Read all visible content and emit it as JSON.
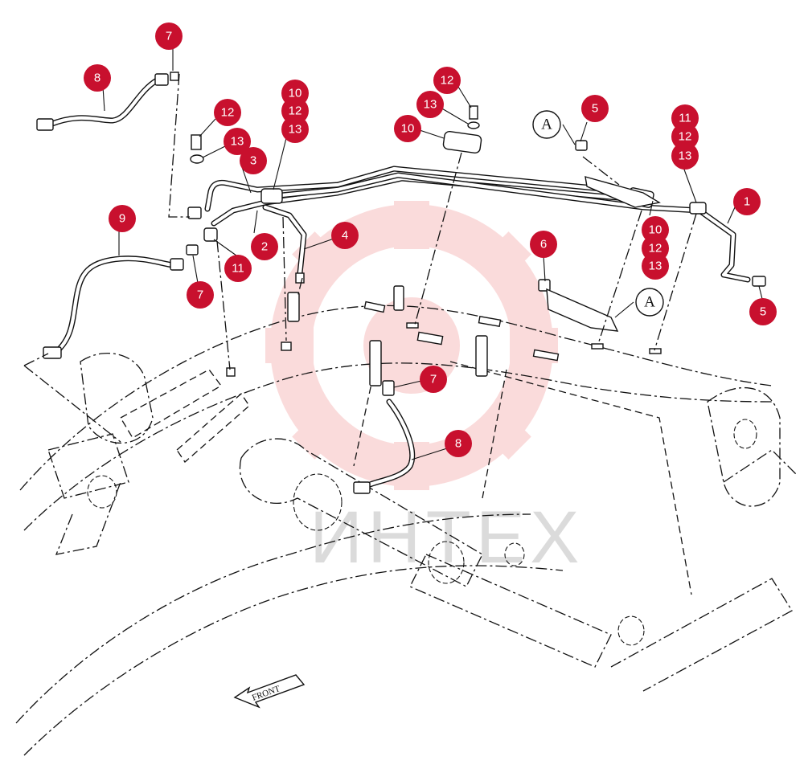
{
  "callouts": [
    {
      "label": "7"
    },
    {
      "label": "8"
    },
    {
      "label": "12"
    },
    {
      "label": "13"
    },
    {
      "label": "3"
    },
    {
      "label": "10"
    },
    {
      "label": "12"
    },
    {
      "label": "13"
    },
    {
      "label": "12"
    },
    {
      "label": "13"
    },
    {
      "label": "10"
    },
    {
      "label": "5"
    },
    {
      "label": "11"
    },
    {
      "label": "12"
    },
    {
      "label": "13"
    },
    {
      "label": "1"
    },
    {
      "label": "9"
    },
    {
      "label": "2"
    },
    {
      "label": "4"
    },
    {
      "label": "7"
    },
    {
      "label": "11"
    },
    {
      "label": "6"
    },
    {
      "label": "10"
    },
    {
      "label": "12"
    },
    {
      "label": "13"
    },
    {
      "label": "5"
    },
    {
      "label": "7"
    },
    {
      "label": "8"
    }
  ],
  "references": [
    {
      "label": "A"
    },
    {
      "label": "A"
    }
  ],
  "front_label": "FRONT",
  "watermark": "ИНТЕХ",
  "colors": {
    "callout": "#c8102e",
    "watermark": "#f4a8a8"
  }
}
